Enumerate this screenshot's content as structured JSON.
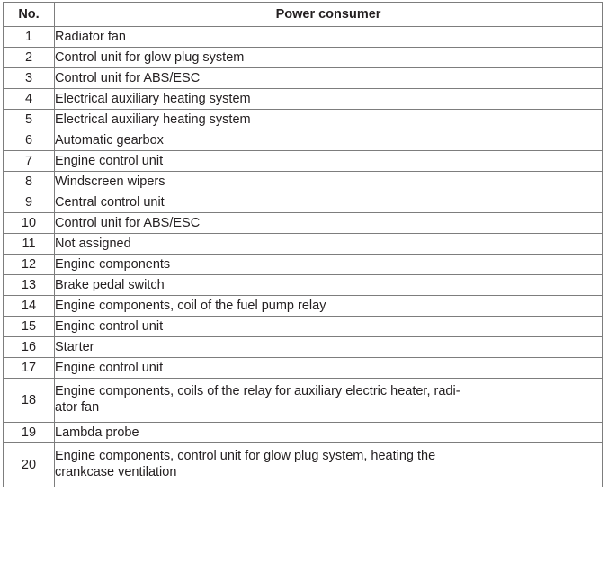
{
  "table": {
    "columns": [
      {
        "key": "no",
        "label": "No."
      },
      {
        "key": "consumer",
        "label": "Power consumer"
      }
    ],
    "rows": [
      {
        "no": "1",
        "consumer": "Radiator fan"
      },
      {
        "no": "2",
        "consumer": "Control unit for glow plug system"
      },
      {
        "no": "3",
        "consumer": "Control unit for ABS/ESC"
      },
      {
        "no": "4",
        "consumer": "Electrical auxiliary heating system"
      },
      {
        "no": "5",
        "consumer": "Electrical auxiliary heating system"
      },
      {
        "no": "6",
        "consumer": "Automatic gearbox"
      },
      {
        "no": "7",
        "consumer": "Engine control unit"
      },
      {
        "no": "8",
        "consumer": "Windscreen wipers"
      },
      {
        "no": "9",
        "consumer": "Central control unit"
      },
      {
        "no": "10",
        "consumer": "Control unit for ABS/ESC"
      },
      {
        "no": "11",
        "consumer": "Not assigned"
      },
      {
        "no": "12",
        "consumer": "Engine components"
      },
      {
        "no": "13",
        "consumer": "Brake pedal switch"
      },
      {
        "no": "14",
        "consumer": "Engine components, coil of the fuel pump relay"
      },
      {
        "no": "15",
        "consumer": "Engine control unit"
      },
      {
        "no": "16",
        "consumer": "Starter"
      },
      {
        "no": "17",
        "consumer": "Engine control unit"
      },
      {
        "no": "18",
        "consumer_line1": "Engine components, coils of the relay for auxiliary electric heater, radi-",
        "consumer_line2": "ator fan"
      },
      {
        "no": "19",
        "consumer": "Lambda probe"
      },
      {
        "no": "20",
        "consumer_line1": "Engine components, control unit for glow plug system, heating the",
        "consumer_line2": "crankcase ventilation"
      }
    ]
  },
  "colors": {
    "text": "#231f20",
    "grid_line": "#7d7d7d",
    "outer_border": "#2b2b2b",
    "background": "#ffffff"
  }
}
